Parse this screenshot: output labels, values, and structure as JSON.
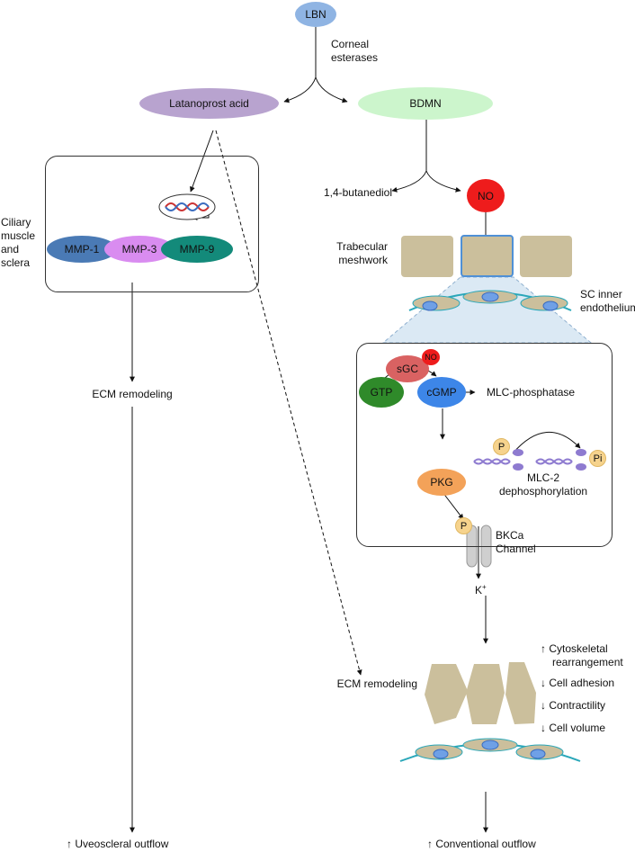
{
  "colors": {
    "lbn": "#8fb4e3",
    "latanoprost": "#b8a3cf",
    "bdmn": "#ccf5cc",
    "no": "#ee1c1c",
    "mmp1": "#4a7ab5",
    "mmp3": "#d98cf0",
    "mmp9": "#138a7a",
    "tissue": "#cbbf9c",
    "endothelium_line": "#2aa7b9",
    "nucleus": "#6fa0e6",
    "sgc": "#d96262",
    "gtp": "#2f8a2a",
    "cgmp": "#3d86e8",
    "pkg": "#f3a259",
    "phosphate": "#f6d38d",
    "chain": "#8e7bd0"
  },
  "top": {
    "lbn": "LBN",
    "esterases_line1": "Corneal",
    "esterases_line2": "esterases",
    "latanoprost": "Latanoprost acid",
    "bdmn": "BDMN"
  },
  "left": {
    "ciliary_line1": "Ciliary",
    "ciliary_line2": "muscle",
    "ciliary_line3": "and",
    "ciliary_line4": "sclera",
    "mmp1": "MMP-1",
    "mmp3": "MMP-3",
    "mmp9": "MMP-9",
    "ecm": "ECM remodeling",
    "outflow": "Uveoscleral outflow"
  },
  "right": {
    "butanediol": "1,4-butanediol",
    "no": "NO",
    "tm_line1": "Trabecular",
    "tm_line2": "meshwork",
    "sc_line1": "SC inner",
    "sc_line2": "endothelium",
    "sgc": "sGC",
    "sgc_no": "NO",
    "gtp": "GTP",
    "cgmp": "cGMP",
    "mlc_phosphatase": "MLC-phosphatase",
    "pkg": "PKG",
    "p": "P",
    "pi": "Pi",
    "mlc2_line1": "MLC-2",
    "mlc2_line2": "dephosphorylation",
    "bkca_line1": "BKCa",
    "bkca_line2": "Channel",
    "k": "K",
    "k_sup": "+",
    "ecm": "ECM remodeling",
    "cyto_line1": "Cytoskeletal",
    "cyto_line2": "rearrangement",
    "adhesion": "Cell adhesion",
    "contractility": "Contractility",
    "volume": "Cell volume",
    "outflow": "Conventional outflow"
  }
}
